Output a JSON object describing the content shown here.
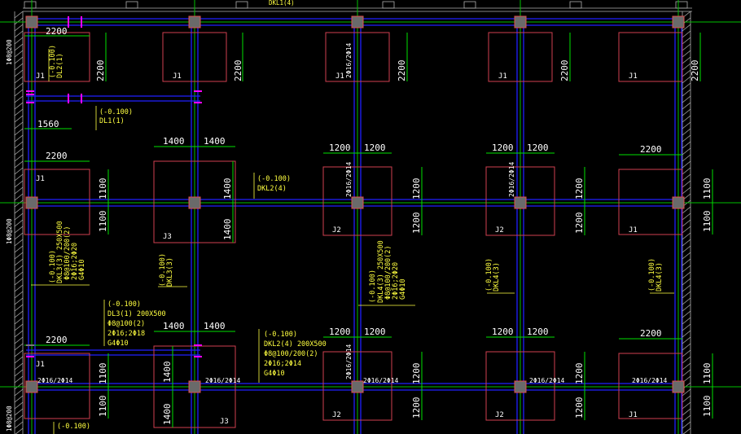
{
  "colors": {
    "background": "#000000",
    "axis": "#00c000",
    "beam": "#2020ff",
    "dimension": "#00e000",
    "footing": "#d04050",
    "column_fill": "#6a6a6a",
    "column_edge": "#e05050",
    "yellow_text": "#ffff40",
    "white_text": "#ffffff",
    "wall_hatch": "#b0b0b0",
    "rebar_mark": "#ff00ff"
  },
  "footings": {
    "j1": "J1",
    "j2": "J2",
    "j3": "J3"
  },
  "dims": {
    "d2200": "2200",
    "d1560": "1560",
    "d1400": "1400",
    "d1200": "1200",
    "d1100": "1100"
  },
  "beams": {
    "elev": "(-0.100)",
    "dl2_1": "DL2(1)",
    "dl1_1": "DL1(1)",
    "dkl2_4": "DKL2(4)",
    "dkl3_3": "DKL3(3)",
    "dkl3_3_250x500": "DKL3(3) 250X500",
    "dkl4_3": "DKL4(3)",
    "dkl4_3_250x500": "DKL4(3) 250X500",
    "dkl2_4_200x500": "DKL2(4) 200X500",
    "dl3_1_200x500": "DL3(1) 200X500",
    "stir_100_200_2": "Φ8@100/200(2)",
    "stir_100_2": "Φ8@100(2)",
    "top_2_16_2_14": "2Φ16;2Φ14",
    "top_2_16_2_18": "2Φ16;2Φ18",
    "top_2_16_2_20": "2Φ16;2Φ20",
    "top_2_16_2_14_v": "2Φ16;2Φ14",
    "g4_10": "G4Φ10"
  },
  "rebar": {
    "r2_16_2_14": "2Φ16/2Φ14"
  },
  "axis_labels": {
    "left_top": "1Φ8@200",
    "left_mid": "1Φ8@200",
    "left_bot": "1Φ8@200",
    "top_note": "DKL1(4)"
  }
}
